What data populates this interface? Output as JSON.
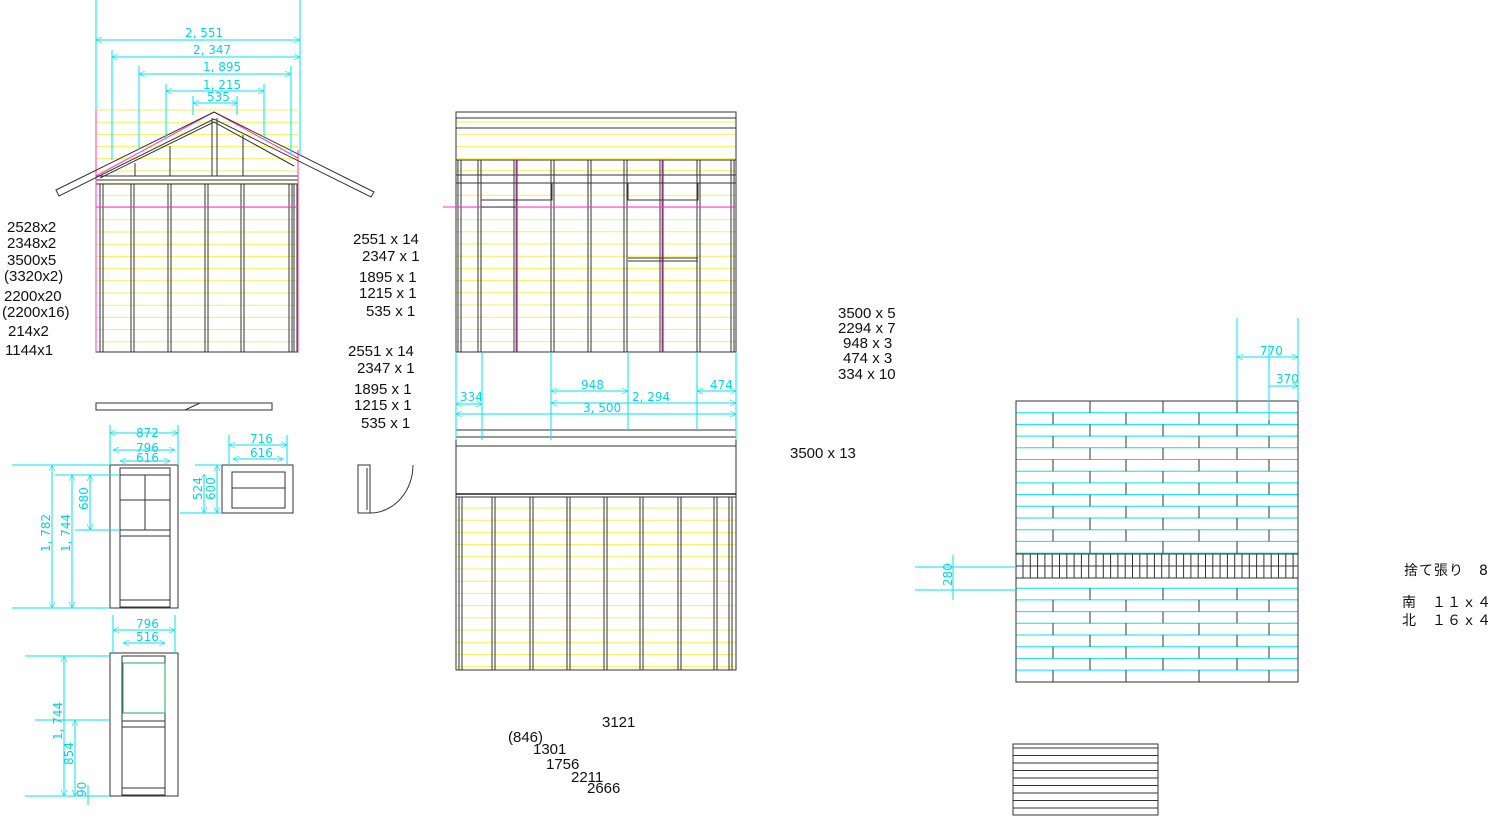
{
  "colors": {
    "dimension": "#00e5ef",
    "guide_pink": "#ff33cc",
    "guide_yellow": "#f2f25a",
    "line": "#333333"
  },
  "gable_elevation": {
    "dims": [
      "2, 551",
      "2, 347",
      "1, 895",
      "1, 215",
      "535"
    ]
  },
  "left_cut_list": [
    "2528x2",
    "2348x2",
    "3500x5",
    "(3320x2)",
    "2200x20",
    "(2200x16)",
    "214x2",
    "1144x1"
  ],
  "rafter_list_1": [
    "2551 x 14",
    "2347 x 1",
    "1895 x  1",
    "1215 x 1",
    "535 x 1"
  ],
  "rafter_list_2": [
    "2551 x 14",
    "2347 x 1",
    "1895 x  1",
    "1215 x 1",
    "535 x 1"
  ],
  "front_door": {
    "dims_h": [
      "872",
      "796",
      "616"
    ],
    "dims_v": [
      "1, 782",
      "1, 744",
      "680"
    ]
  },
  "window": {
    "dims_h": [
      "716",
      "616"
    ],
    "dims_v": [
      "524",
      "600"
    ]
  },
  "back_door": {
    "dims_h": [
      "796",
      "516"
    ],
    "dims_v": [
      "1, 744",
      "854",
      "90"
    ]
  },
  "side_elevation": {
    "dims": [
      "334",
      "948",
      "2, 294",
      "474",
      "3, 500"
    ]
  },
  "side_cut_list": [
    "3500 x 5",
    "2294 x 7",
    "948 x 3",
    "474 x 3",
    "334 x 10"
  ],
  "floor_list": "3500 x 13",
  "bottom_numbers": [
    "3121",
    "(846)",
    "1301",
    "1756",
    "2211",
    "2666"
  ],
  "siding": {
    "dims": [
      "770",
      "370",
      "280"
    ],
    "notes": [
      "捨て張り　8",
      "南　１１ｘ４",
      "北　１６ｘ４"
    ]
  }
}
